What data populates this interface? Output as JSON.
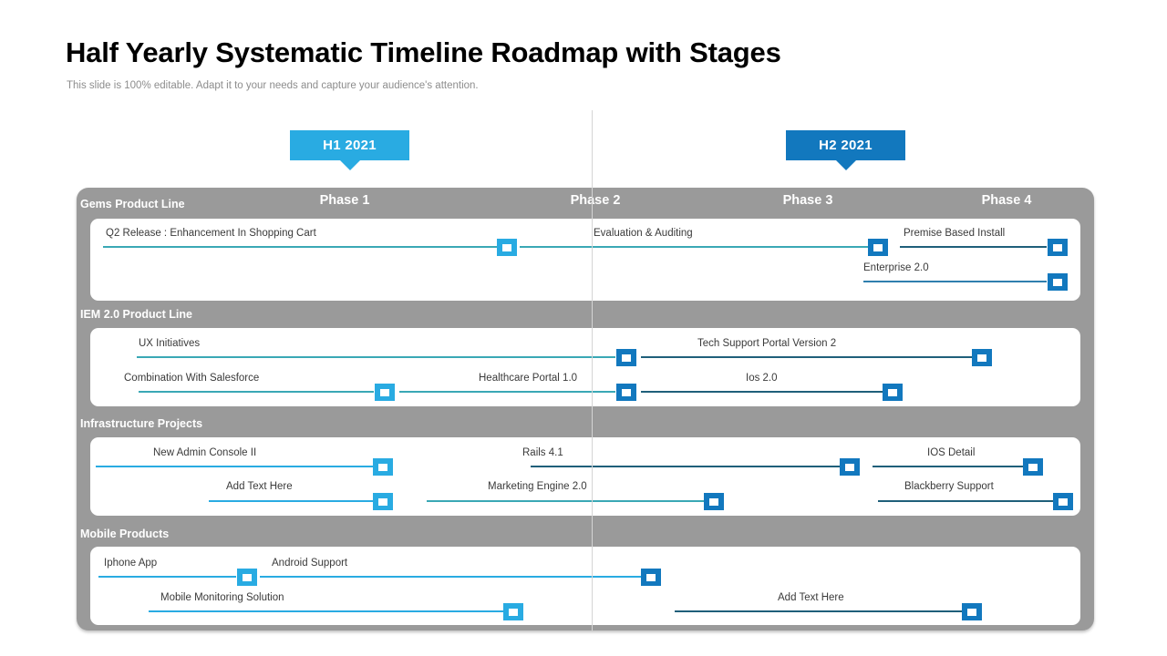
{
  "header": {
    "title": "Half Yearly Systematic Timeline Roadmap with Stages",
    "subtitle": "This slide is 100% editable. Adapt it to your needs and capture your audience's attention."
  },
  "halves": [
    {
      "label": "H1 2021",
      "color": "#29ABE2"
    },
    {
      "label": "H2 2021",
      "color": "#1278BE"
    }
  ],
  "phases": [
    {
      "label": "Phase 1"
    },
    {
      "label": "Phase 2"
    },
    {
      "label": "Phase 3"
    },
    {
      "label": "Phase 4"
    }
  ],
  "groups": [
    {
      "label": "Gems Product Line"
    },
    {
      "label": "IEM 2.0 Product Line"
    },
    {
      "label": "Infrastructure Projects"
    },
    {
      "label": "Mobile Products"
    }
  ],
  "tasks": {
    "r1a": "Q2 Release : Enhancement In Shopping Cart",
    "r1b": "Evaluation & Auditing",
    "r1c": "Premise Based Install",
    "r1d": "Enterprise 2.0",
    "r2a": "UX Initiatives",
    "r2b": "Tech Support Portal Version 2",
    "r2c": "Combination With Salesforce",
    "r2d": "Healthcare Portal 1.0",
    "r2e": "Ios 2.0",
    "r3a": "New Admin Console II",
    "r3b": "Rails 4.1",
    "r3c": "IOS Detail",
    "r3d": "Add Text Here",
    "r3e": "Marketing Engine 2.0",
    "r3f": "Blackberry Support",
    "r4a": "Iphone App",
    "r4b": "Android Support",
    "r4c": "Mobile Monitoring Solution",
    "r4d": "Add Text Here"
  },
  "colors": {
    "panel": "#9a9a9a",
    "light_blue": "#29ABE2",
    "dark_blue": "#1278BE",
    "teal": "#3aa8b5",
    "deep_teal": "#1f5f7a"
  }
}
